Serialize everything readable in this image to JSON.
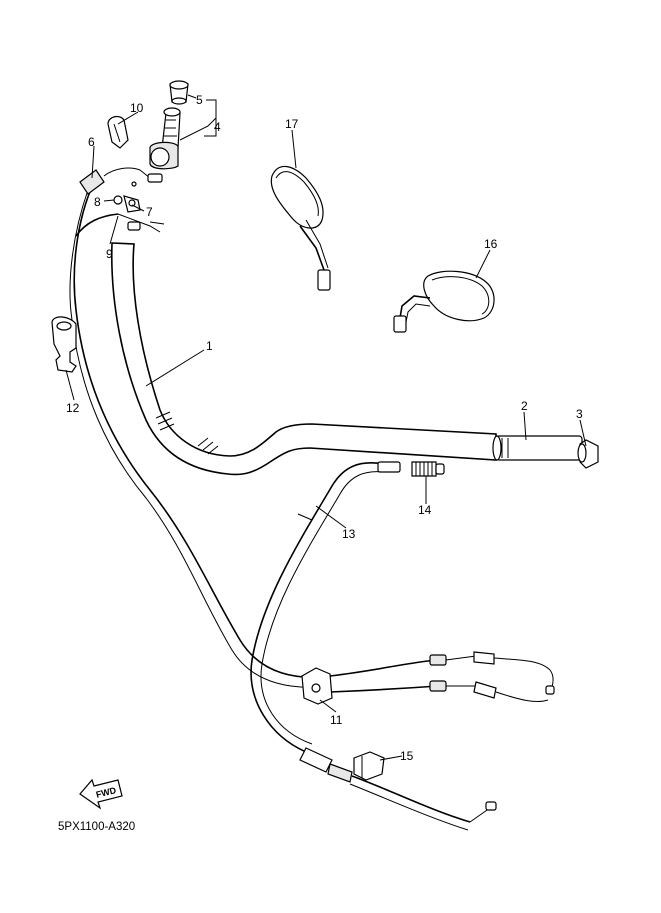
{
  "diagram": {
    "code": "5PX1100-A320",
    "fwd_label": "FWD",
    "callouts": [
      {
        "id": "1",
        "label": "1",
        "part": "handlebar"
      },
      {
        "id": "2",
        "label": "2",
        "part": "grip"
      },
      {
        "id": "3",
        "label": "3",
        "part": "grip-end"
      },
      {
        "id": "4",
        "label": "4",
        "part": "throttle-grip-assy"
      },
      {
        "id": "5",
        "label": "5",
        "part": "throttle-grip-cap"
      },
      {
        "id": "6",
        "label": "6",
        "part": "throttle-cable"
      },
      {
        "id": "7",
        "label": "7",
        "part": "cable-clip"
      },
      {
        "id": "8",
        "label": "8",
        "part": "screw"
      },
      {
        "id": "9",
        "label": "9",
        "part": "throttle-cable-return"
      },
      {
        "id": "10",
        "label": "10",
        "part": "clamp"
      },
      {
        "id": "11",
        "label": "11",
        "part": "cable-guide"
      },
      {
        "id": "12",
        "label": "12",
        "part": "cable-holder"
      },
      {
        "id": "13",
        "label": "13",
        "part": "clutch-cable"
      },
      {
        "id": "14",
        "label": "14",
        "part": "adjuster"
      },
      {
        "id": "15",
        "label": "15",
        "part": "holder"
      },
      {
        "id": "16",
        "label": "16",
        "part": "rear-view-mirror-right"
      },
      {
        "id": "17",
        "label": "17",
        "part": "rear-view-mirror-left"
      }
    ]
  }
}
